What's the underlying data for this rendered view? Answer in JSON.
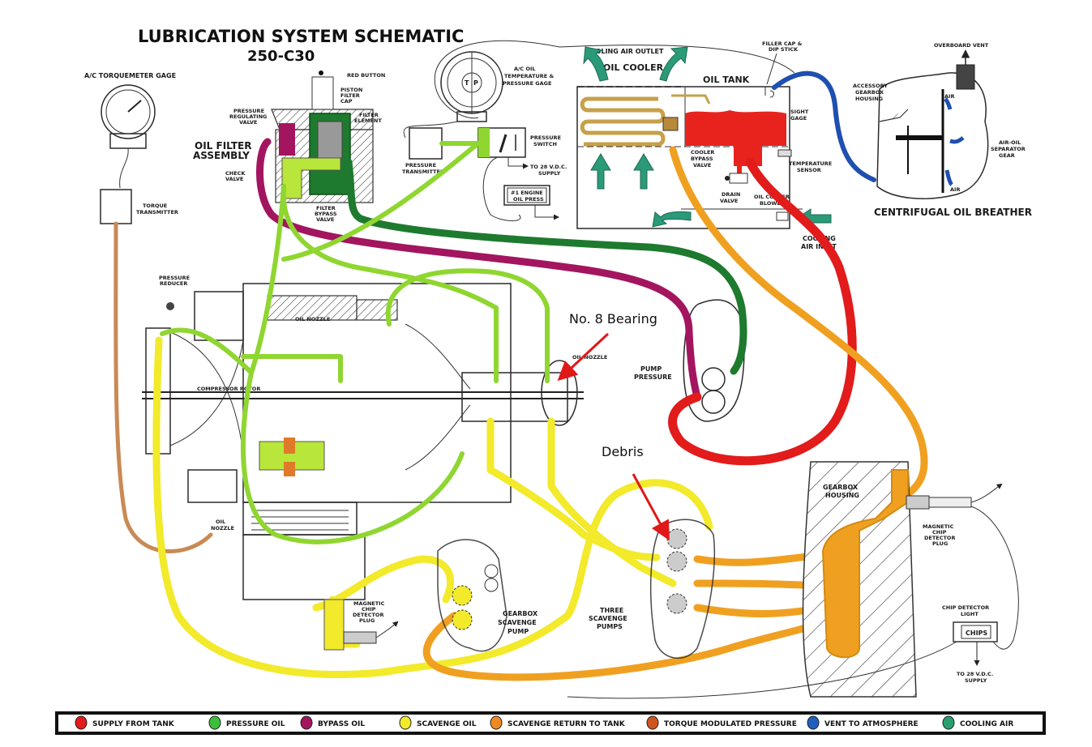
{
  "title": "LUBRICATION SYSTEM SCHEMATIC",
  "subtitle": "250-C30",
  "annotations": {
    "bearing": "No. 8 Bearing",
    "debris": "Debris"
  },
  "colors": {
    "supply": "#e21b1b",
    "pressure": "#8fd630",
    "bypass": "#a3155f",
    "scavenge": "#f2ea2a",
    "scavenge_return": "#f0a020",
    "torque": "#c9783a",
    "vent": "#1f4fb0",
    "cooling_air": "#2a9a78",
    "filter_dark": "#1e7a2e",
    "annotation_arrow": "#e01818"
  },
  "labels": {
    "torquemeter_gage": "A/C TORQUEMETER GAGE",
    "torque_transmitter": [
      "TORQUE",
      "TRANSMITTER"
    ],
    "oil_filter_assembly": [
      "OIL FILTER",
      "ASSEMBLY"
    ],
    "pressure_regulating_valve": [
      "PRESSURE",
      "REGULATING",
      "VALVE"
    ],
    "check_valve": [
      "CHECK",
      "VALVE"
    ],
    "red_button": "RED BUTTON",
    "piston": "PISTON",
    "filter_cap": [
      "FILTER",
      "CAP"
    ],
    "filter_element": [
      "FILTER",
      "ELEMENT"
    ],
    "filter_bypass_valve": [
      "FILTER",
      "BYPASS",
      "VALVE"
    ],
    "oil_temp_pressure_gage": [
      "A/C OIL",
      "TEMPERATURE &",
      "PRESSURE GAGE"
    ],
    "gage_letters": [
      "T",
      "P"
    ],
    "pressure_transmitter": [
      "PRESSURE",
      "TRANSMITTER"
    ],
    "pressure_switch": [
      "PRESSURE",
      "SWITCH"
    ],
    "to_28_vdc_supply_top": [
      "TO 28 V.D.C.",
      "SUPPLY"
    ],
    "engine_oil_press": [
      "#1 ENGINE",
      "OIL PRESS"
    ],
    "cooling_air_outlet": "COOLING AIR OUTLET",
    "oil_cooler": "OIL COOLER",
    "oil_tank": "OIL TANK",
    "filler_cap": [
      "FILLER CAP &",
      "DIP STICK"
    ],
    "sight_gage": [
      "SIGHT",
      "GAGE"
    ],
    "cooler_bypass_valve": [
      "COOLER",
      "BYPASS",
      "VALVE"
    ],
    "temperature_sensor": [
      "TEMPERATURE",
      "SENSOR"
    ],
    "drain_valve": [
      "DRAIN",
      "VALVE"
    ],
    "oil_cooler_blower": [
      "OIL COOLER",
      "BLOWER"
    ],
    "cooling_air_inlet": [
      "COOLING",
      "AIR INLET"
    ],
    "overboard_vent": "OVERBOARD VENT",
    "accessory_gearbox_housing": [
      "ACCESSORY",
      "GEARBOX",
      "HOUSING"
    ],
    "air": "AIR",
    "air_oil_separator_gear": [
      "AIR-OIL",
      "SEPARATOR",
      "GEAR"
    ],
    "centrifugal_oil_breather": "CENTRIFUGAL OIL BREATHER",
    "pressure_reducer": [
      "PRESSURE",
      "REDUCER"
    ],
    "oil_nozzle": "OIL NOZZLE",
    "compressor_rotor": "COMPRESSOR ROTOR",
    "oil_nozzle_small": [
      "OIL",
      "NOZZLE"
    ],
    "oil_nozzle_right": "OIL NOZZLE",
    "pump_pressure": [
      "PUMP",
      "PRESSURE"
    ],
    "magnetic_chip_detector_plug_left": [
      "MAGNETIC",
      "CHIP",
      "DETECTOR",
      "PLUG"
    ],
    "gearbox_scavenge_pump": [
      "GEARBOX",
      "SCAVENGE",
      "PUMP"
    ],
    "three_scavenge_pumps": [
      "THREE",
      "SCAVENGE",
      "PUMPS"
    ],
    "gearbox_housing": [
      "GEARBOX",
      "HOUSING"
    ],
    "magnetic_chip_detector_plug_right": [
      "MAGNETIC",
      "CHIP",
      "DETECTOR",
      "PLUG"
    ],
    "chip_detector_light": [
      "CHIP DETECTOR",
      "LIGHT"
    ],
    "chips": "CHIPS",
    "to_28_vdc_supply_bottom": [
      "TO 28 V.D.C.",
      "SUPPLY"
    ]
  },
  "legend": [
    {
      "label": "SUPPLY FROM TANK",
      "color": "#e21b1b"
    },
    {
      "label": "PRESSURE OIL",
      "color": "#3cbf3c"
    },
    {
      "label": "BYPASS OIL",
      "color": "#a3155f"
    },
    {
      "label": "SCAVENGE OIL",
      "color": "#f2ea2a"
    },
    {
      "label": "SCAVENGE RETURN TO TANK",
      "color": "#f08a20"
    },
    {
      "label": "TORQUE MODULATED PRESSURE",
      "color": "#d0541e"
    },
    {
      "label": "VENT TO ATMOSPHERE",
      "color": "#1f5fc0"
    },
    {
      "label": "COOLING AIR",
      "color": "#2aa070"
    }
  ]
}
